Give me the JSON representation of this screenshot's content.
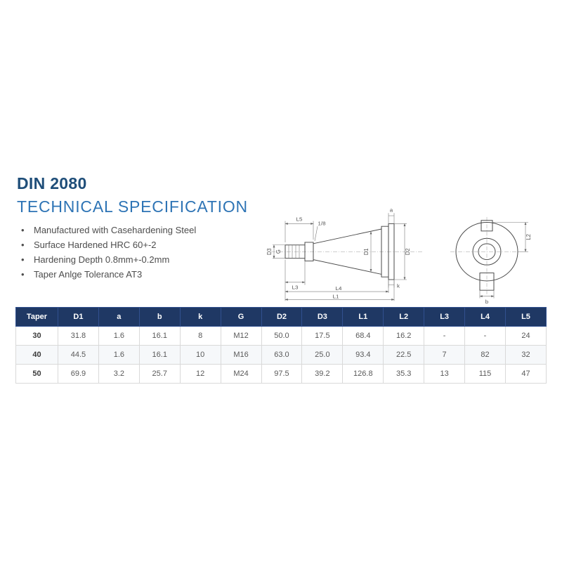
{
  "page": {
    "title": "DIN 2080",
    "subtitle": "TECHNICAL SPECIFICATION",
    "bullets": [
      "Manufactured with Casehardening Steel",
      "Surface Hardened HRC 60+-2",
      "Hardening Depth 0.8mm+-0.2mm",
      "Taper Anlge Tolerance AT3"
    ]
  },
  "drawing": {
    "labels": {
      "l5": "L5",
      "thread": "1/8",
      "d3": "D3",
      "g": "G",
      "l3": "L3",
      "l4": "L4",
      "l1": "L1",
      "d1": "D1",
      "d2": "D2",
      "a": "a",
      "k": "k",
      "l2": "L2",
      "b": "b"
    }
  },
  "table": {
    "headers": [
      "Taper",
      "D1",
      "a",
      "b",
      "k",
      "G",
      "D2",
      "D3",
      "L1",
      "L2",
      "L3",
      "L4",
      "L5"
    ],
    "rows": [
      [
        "30",
        "31.8",
        "1.6",
        "16.1",
        "8",
        "M12",
        "50.0",
        "17.5",
        "68.4",
        "16.2",
        "-",
        "-",
        "24"
      ],
      [
        "40",
        "44.5",
        "1.6",
        "16.1",
        "10",
        "M16",
        "63.0",
        "25.0",
        "93.4",
        "22.5",
        "7",
        "82",
        "32"
      ],
      [
        "50",
        "69.9",
        "3.2",
        "25.7",
        "12",
        "M24",
        "97.5",
        "39.2",
        "126.8",
        "35.3",
        "13",
        "115",
        "47"
      ]
    ]
  },
  "colors": {
    "title_blue": "#1f4e79",
    "subtitle_blue": "#2e74b5",
    "table_header_bg": "#1f3864",
    "table_header_text": "#ffffff",
    "table_border": "#d9d9d9",
    "body_text": "#4d4d4d"
  }
}
